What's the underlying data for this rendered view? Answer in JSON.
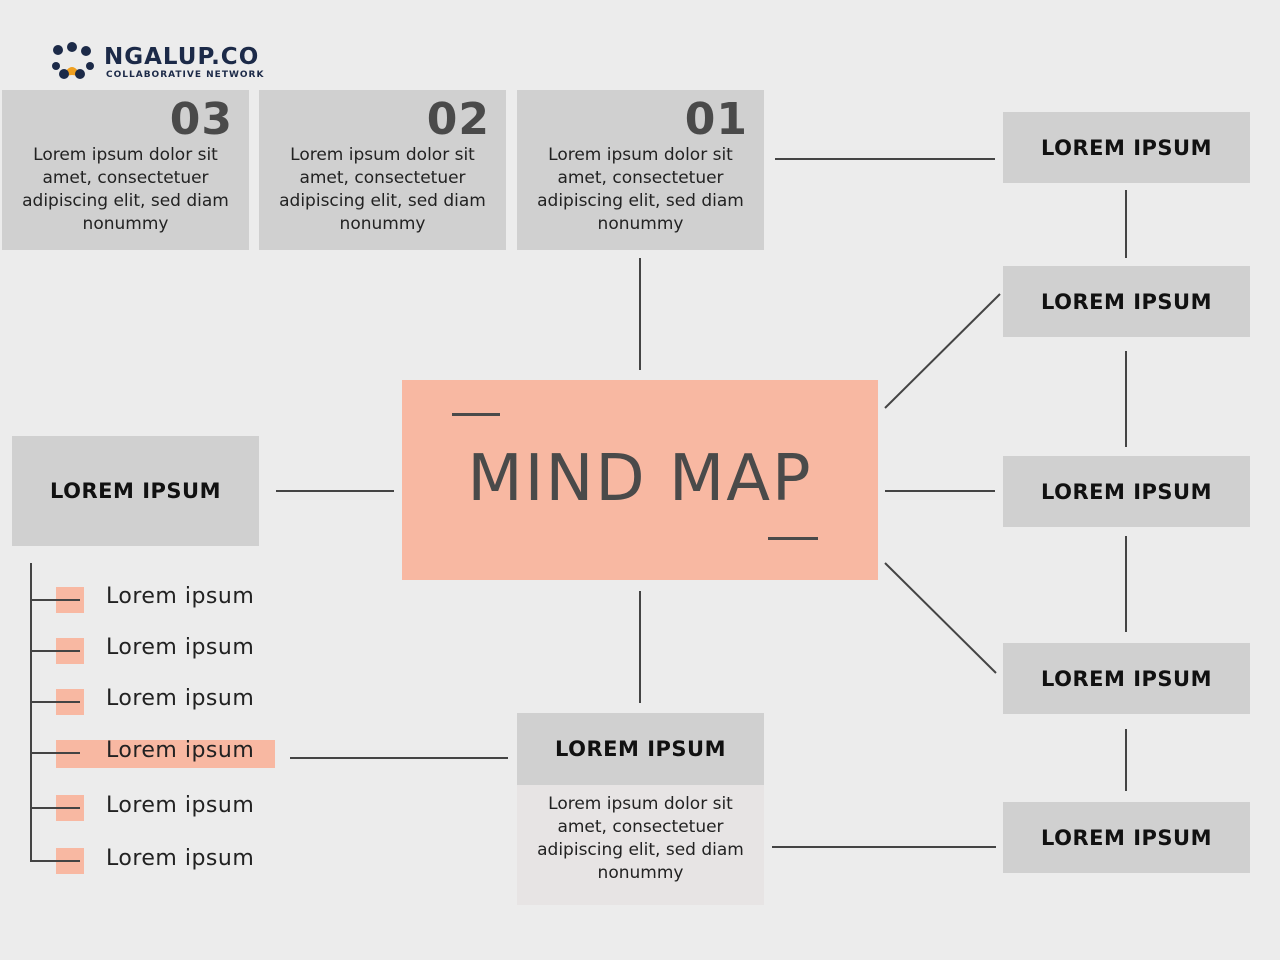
{
  "logo": {
    "name": "NGALUP.CO",
    "tagline": "COLLABORATIVE NETWORK"
  },
  "top_cards": [
    {
      "number": "03",
      "text": "Lorem ipsum dolor sit\namet, consectetuer\nadipiscing elit, sed diam\nnonummy"
    },
    {
      "number": "02",
      "text": "Lorem ipsum dolor sit\namet, consectetuer\nadipiscing elit, sed diam\nnonummy"
    },
    {
      "number": "01",
      "text": "Lorem ipsum dolor sit\namet, consectetuer\nadipiscing elit, sed diam\nnonummy"
    }
  ],
  "center": {
    "title": "MIND MAP"
  },
  "left_node": {
    "label": "LOREM IPSUM"
  },
  "list_items": [
    "Lorem ipsum",
    "Lorem ipsum",
    "Lorem ipsum",
    "Lorem ipsum",
    "Lorem ipsum",
    "Lorem ipsum"
  ],
  "bottom_node": {
    "label": "LOREM IPSUM",
    "text": "Lorem ipsum dolor sit\namet, consectetuer\nadipiscing elit, sed diam\nnonummy"
  },
  "right_nodes": [
    "LOREM IPSUM",
    "LOREM IPSUM",
    "LOREM IPSUM",
    "LOREM IPSUM",
    "LOREM IPSUM"
  ],
  "colors": {
    "background": "#ececec",
    "box": "#d0d0d0",
    "accent": "#f8b8a2",
    "line": "#444444"
  }
}
